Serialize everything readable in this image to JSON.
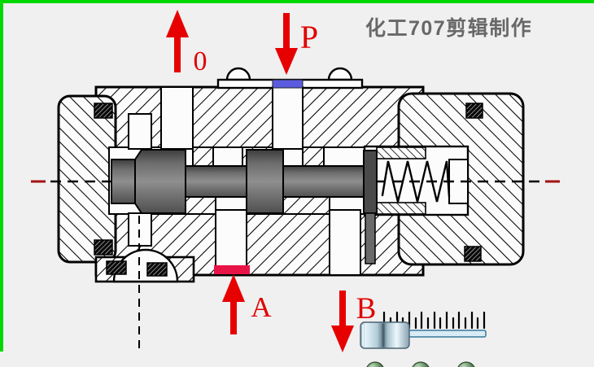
{
  "title": {
    "text": "化工707剪辑制作"
  },
  "ports": {
    "o": {
      "label": "0",
      "arrow_direction": "up"
    },
    "p": {
      "label": "P",
      "arrow_direction": "down"
    },
    "a": {
      "label": "A",
      "arrow_direction": "up"
    },
    "b": {
      "label": "B",
      "arrow_direction": "down"
    }
  },
  "colors": {
    "background": "#f0f0f0",
    "frame_green": "#00d800",
    "arrow_red": "#e60000",
    "label_red": "#e00000",
    "title_gray": "#686868",
    "port_p_marker_blue": "#5b5be0",
    "port_a_marker_crimson": "#e81448",
    "centerline_red": "#a51212",
    "button_green": "#4a7a4a"
  },
  "controls": {
    "slider_icon": "slider-knob",
    "ruler_tick_count": 17,
    "button_count": 3
  }
}
